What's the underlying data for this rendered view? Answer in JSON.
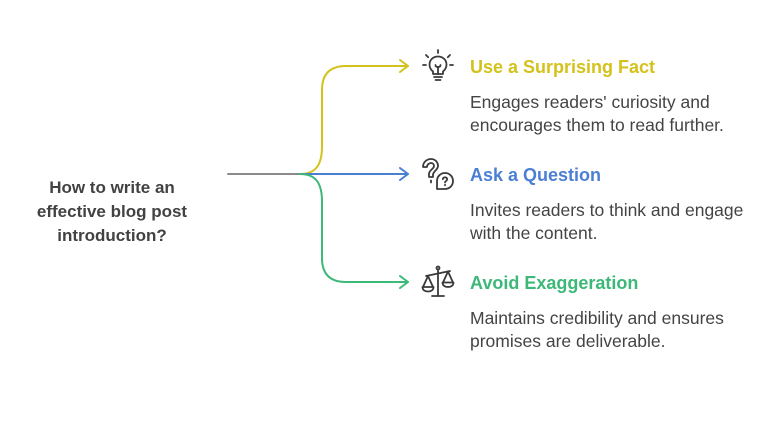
{
  "root": {
    "label": "How to write an\neffective blog post\nintroduction?"
  },
  "colors": {
    "root_line": "#8a8a8a",
    "icon_stroke": "#3a3a3a"
  },
  "branches": [
    {
      "title": "Use a Surprising Fact",
      "description": "Engages readers' curiosity and encourages them to read further.",
      "color": "#d4c21c",
      "icon": "lightbulb-icon"
    },
    {
      "title": "Ask a Question",
      "description": "Invites readers to think and engage with the content.",
      "color": "#4a7fd4",
      "icon": "question-icon"
    },
    {
      "title": "Avoid Exaggeration",
      "description": "Maintains credibility and ensures promises are deliverable.",
      "color": "#3cb878",
      "icon": "balance-scale-icon"
    }
  ]
}
